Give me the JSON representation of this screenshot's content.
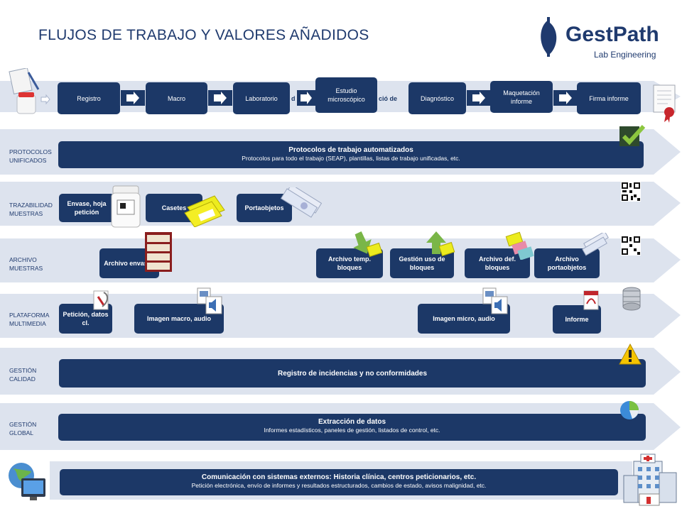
{
  "title": "FLUJOS DE TRABAJO Y VALORES AÑADIDOS",
  "logo": {
    "main": "GestPath",
    "sub": "Lab Engineering"
  },
  "workflow": {
    "steps": [
      "Registro",
      "Macro",
      "Laboratorio",
      "Estudio microscópico",
      "Diagnóstico",
      "Maquetación informe",
      "Firma informe"
    ],
    "partial_1": "d",
    "partial_2": "ció de"
  },
  "rows": {
    "protocolos": {
      "label": "PROTOCOLOS UNIFICADOS",
      "title": "Protocolos de trabajo automatizados",
      "subtitle": "Protocolos para todo el trabajo (SEAP), plantillas, listas de trabajo unificadas, etc."
    },
    "trazabilidad": {
      "label": "TRAZABILIDAD MUESTRAS",
      "items": [
        "Envase, hoja petición",
        "Casetes",
        "Portaobjetos"
      ]
    },
    "archivo": {
      "label": "ARCHIVO MUESTRAS",
      "items": [
        "Archivo envases",
        "Archivo temp. bloques",
        "Gestión uso de bloques",
        "Archivo def. bloques",
        "Archivo portaobjetos"
      ]
    },
    "multimedia": {
      "label": "PLATAFORMA MULTIMEDIA",
      "items": [
        "Petición, datos cl.",
        "Imagen macro, audio",
        "Imagen micro, audio",
        "Informe"
      ]
    },
    "calidad": {
      "label": "GESTIÓN CALIDAD",
      "title": "Registro de incidencias y no conformidades"
    },
    "global": {
      "label": "GESTIÓN GLOBAL",
      "title": "Extracción de datos",
      "subtitle": "Informes estadísticos, paneles de gestión, listados de control, etc."
    },
    "comunicacion": {
      "title": "Comunicación con sistemas externos: Historia clínica, centros peticionarios, etc.",
      "subtitle": "Petición electrónica, envío de informes y resultados estructurados, cambios de estado, avisos malignidad, etc."
    }
  },
  "colors": {
    "navy": "#1c3867",
    "band": "#dde3ee",
    "band_edge": "#c9d2e3",
    "title": "#1f3a6e"
  }
}
